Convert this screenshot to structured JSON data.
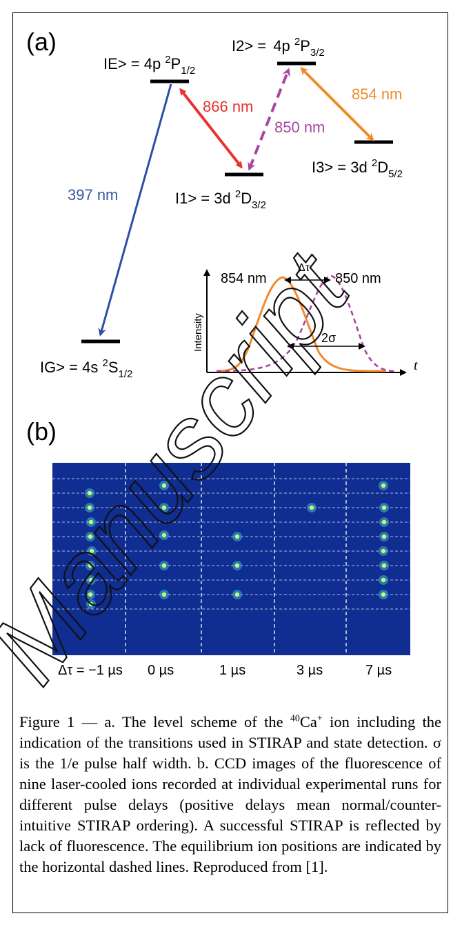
{
  "panel_a": {
    "label": "(a)",
    "levels": {
      "E": {
        "prefix": "IE> = 4p ",
        "sup": "2",
        "term": "P",
        "sub": "1/2"
      },
      "two": {
        "prefix": "I2> = ",
        "core": "4p ",
        "sup": "2",
        "term": "P",
        "sub": "3/2"
      },
      "three": {
        "prefix": "I3> = 3d ",
        "sup": "2",
        "term": "D",
        "sub": "5/2"
      },
      "one": {
        "prefix": "I1> = 3d ",
        "sup": "2",
        "term": "D",
        "sub": "3/2"
      },
      "G": {
        "prefix": "IG> = 4s ",
        "sup": "2",
        "term": "S",
        "sub": "1/2"
      }
    },
    "transitions": {
      "t866": "866 nm",
      "t850": "850 nm",
      "t854": "854 nm",
      "t397": "397 nm"
    },
    "colors": {
      "red": "#e8322e",
      "magenta": "#a8469f",
      "orange": "#f08a2a",
      "blue": "#2e4ea6",
      "blue_label": "#3a55a8"
    },
    "inset": {
      "pulse1_label": "854 nm",
      "pulse2_label": "850 nm",
      "delta_tau": "Δτ",
      "two_sigma": "2σ",
      "ylabel": "Intensity",
      "xlabel": "t"
    }
  },
  "panel_b": {
    "label": "(b)",
    "delays": [
      "Δτ = −1 µs",
      "0 µs",
      "1 µs",
      "3 µs",
      "7 µs"
    ],
    "background": "#0e2a8c"
  },
  "caption": {
    "lead": "Figure 1 — a. The level scheme of the ",
    "isotope": "40",
    "ion": "Ca",
    "charge": "+",
    "rest": " ion including the indication of the transitions used in STIRAP and state detection. σ is the 1/e pulse half width. b. CCD images of the fluorescence of nine laser-cooled ions recorded at individual experimental runs for different pulse delays (positive delays mean normal/counter-intuitive STIRAP ordering). A successful STIRAP is reflected by lack of fluorescence. The equilibrium ion positions are indicated by the horizontal dashed lines. Reproduced from [1]."
  },
  "watermark": "Manuscript"
}
